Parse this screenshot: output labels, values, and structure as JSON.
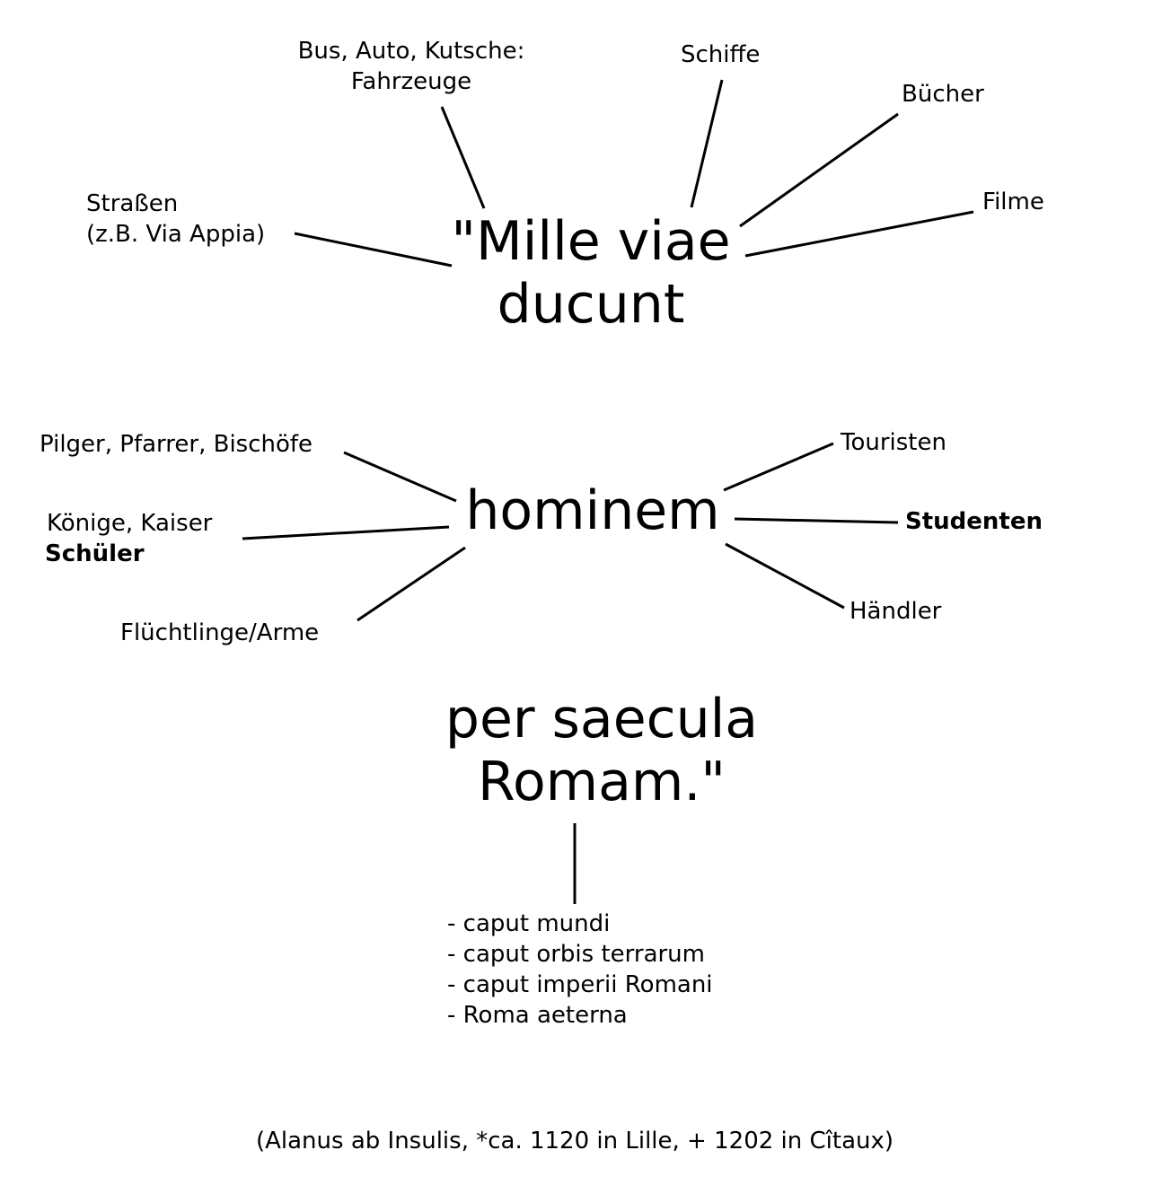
{
  "center": {
    "part1": [
      "\"Mille viae",
      "ducunt"
    ],
    "part2": "hominem",
    "part3": [
      "per saecula",
      "Romam.\""
    ]
  },
  "branches_top": {
    "vehicles": [
      "Bus, Auto, Kutsche:",
      "Fahrzeuge"
    ],
    "ships": "Schiffe",
    "books": "Bücher",
    "films": "Filme",
    "roads": [
      "Straßen",
      "(z.B. Via Appia)"
    ]
  },
  "branches_middle": {
    "pilgrims": "Pilger, Pfarrer, Bischöfe",
    "kings": "Könige, Kaiser",
    "pupils": "Schüler",
    "refugees": "Flüchtlinge/Arme",
    "tourists": "Touristen",
    "students": "Studenten",
    "traders": "Händler"
  },
  "rome_titles": [
    "- caput mundi",
    "- caput orbis terrarum",
    "- caput imperii Romani",
    "- Roma aeterna"
  ],
  "citation": "(Alanus ab Insulis, *ca. 1120 in Lille, + 1202 in Cîtaux)"
}
